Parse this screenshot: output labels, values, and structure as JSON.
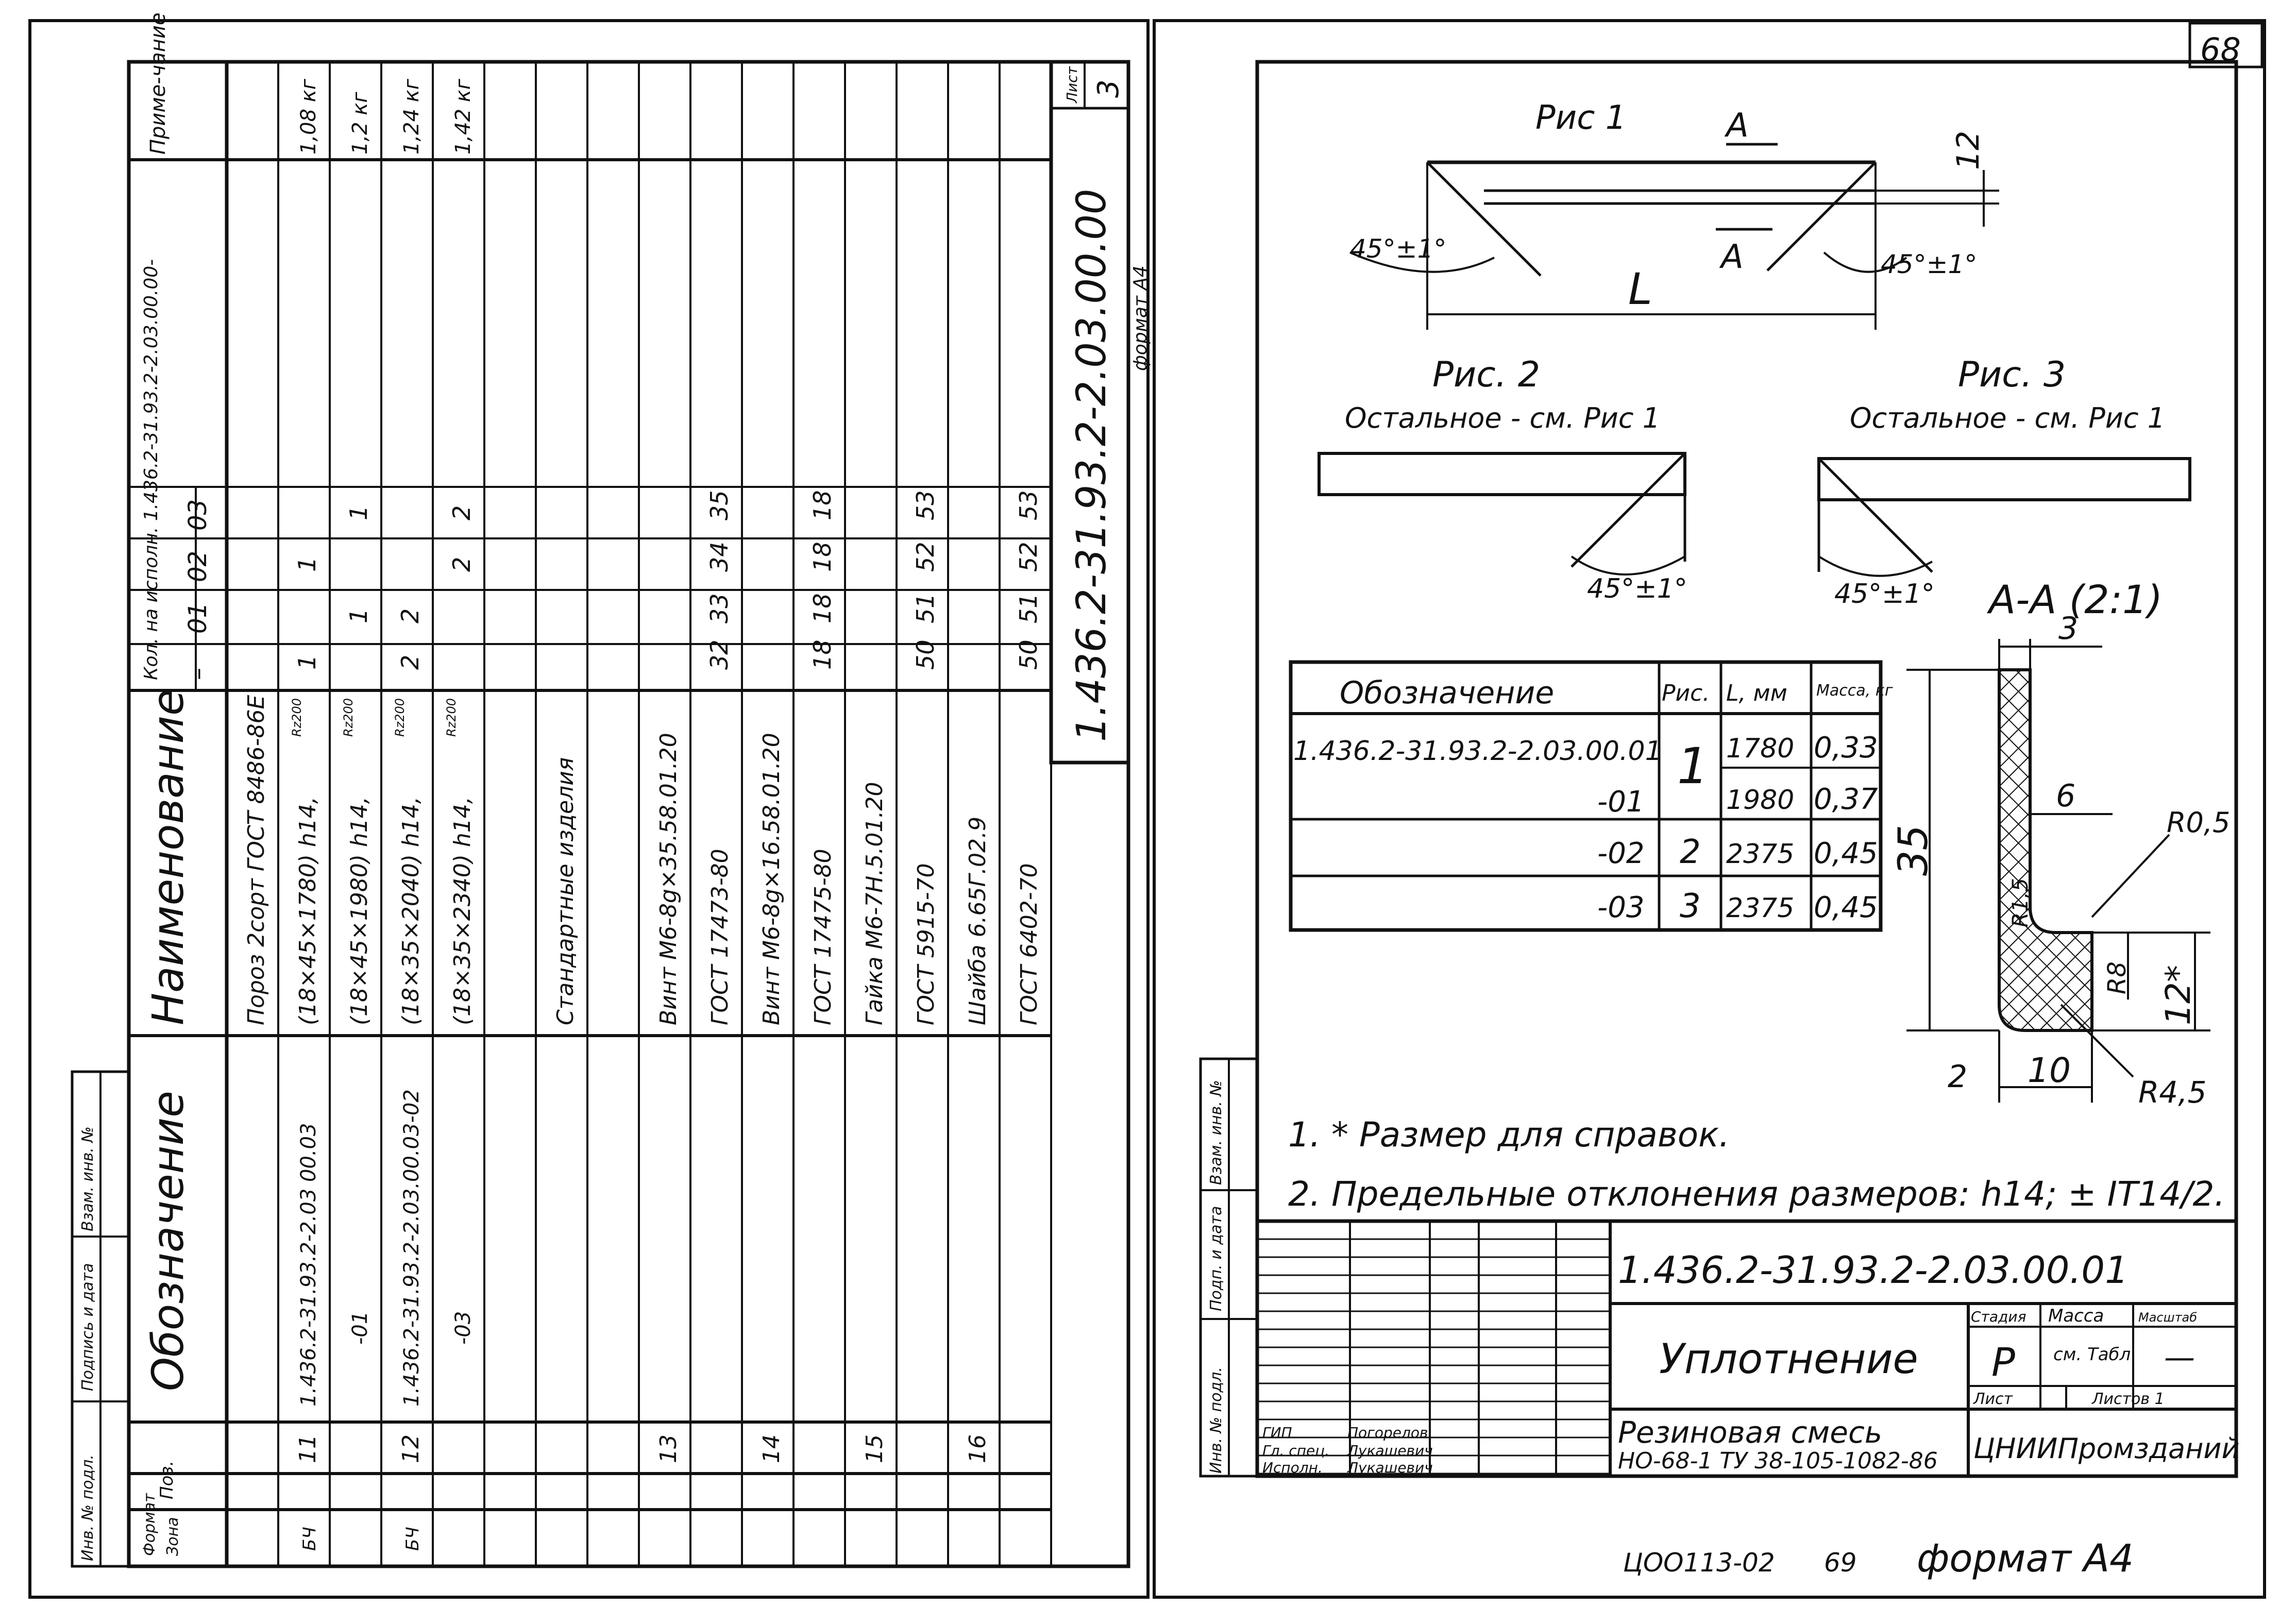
{
  "sheet_number": "68",
  "left_sheet": {
    "sheet_label": "Лист",
    "sheet_no": "3",
    "doc_code": "1.436.2-31.93.2-2.03.00.00",
    "format_label": "формат А4",
    "headers": {
      "format": "Формат",
      "zone": "Зона",
      "pos": "Поз.",
      "designation": "Обозначение",
      "name": "Наименование",
      "qty": "Кол. на исполн. 1.436.2-31.93.2-2.03.00.00-",
      "note": "Приме-чание"
    },
    "qty_variants": [
      "–",
      "01",
      "02",
      "03"
    ],
    "side_labels": [
      "Инв. № подл.",
      "Подпись и дата",
      "Взам. инв. №"
    ],
    "rows": [
      {
        "format": "",
        "pos": "",
        "designation": "",
        "name": "Пороз 2сорт ГОСТ 8486-86Е",
        "q": [
          "",
          "",
          "",
          ""
        ],
        "note": ""
      },
      {
        "format": "БЧ",
        "pos": "11",
        "designation": "1.436.2-31.93.2-2.03 00.03",
        "name": "(18×45×1780) h14,",
        "roughness": "Rz200",
        "q": [
          "1",
          "",
          "1",
          ""
        ],
        "note": "1,08 кг"
      },
      {
        "format": "",
        "pos": "",
        "designation": "-01",
        "name": "(18×45×1980) h14,",
        "roughness": "Rz200",
        "q": [
          "",
          "1",
          "",
          "1"
        ],
        "note": "1,2 кг"
      },
      {
        "format": "БЧ",
        "pos": "12",
        "designation": "1.436.2-31.93.2-2.03.00.03-02",
        "name": "(18×35×2040) h14,",
        "roughness": "Rz200",
        "q": [
          "2",
          "2",
          "",
          ""
        ],
        "note": "1,24 кг"
      },
      {
        "format": "",
        "pos": "",
        "designation": "-03",
        "name": "(18×35×2340) h14,",
        "roughness": "Rz200",
        "q": [
          "",
          "",
          "2",
          "2"
        ],
        "note": "1,42 кг"
      },
      {
        "format": "",
        "pos": "",
        "designation": "",
        "name": "",
        "q": [
          "",
          "",
          "",
          ""
        ],
        "note": ""
      },
      {
        "format": "",
        "pos": "",
        "designation": "",
        "name": "Стандартные изделия",
        "q": [
          "",
          "",
          "",
          ""
        ],
        "note": ""
      },
      {
        "format": "",
        "pos": "",
        "designation": "",
        "name": "",
        "q": [
          "",
          "",
          "",
          ""
        ],
        "note": ""
      },
      {
        "format": "",
        "pos": "13",
        "designation": "",
        "name": "Винт М6-8g×35.58.01.20",
        "q": [
          "",
          "",
          "",
          ""
        ],
        "note": ""
      },
      {
        "format": "",
        "pos": "",
        "designation": "",
        "name": "ГОСТ 17473-80",
        "q": [
          "32",
          "33",
          "34",
          "35"
        ],
        "note": ""
      },
      {
        "format": "",
        "pos": "14",
        "designation": "",
        "name": "Винт М6-8g×16.58.01.20",
        "q": [
          "",
          "",
          "",
          ""
        ],
        "note": ""
      },
      {
        "format": "",
        "pos": "",
        "designation": "",
        "name": "ГОСТ 17475-80",
        "q": [
          "18",
          "18",
          "18",
          "18"
        ],
        "note": ""
      },
      {
        "format": "",
        "pos": "15",
        "designation": "",
        "name": "Гайка М6-7Н.5.01.20",
        "q": [
          "",
          "",
          "",
          ""
        ],
        "note": ""
      },
      {
        "format": "",
        "pos": "",
        "designation": "",
        "name": "ГОСТ 5915-70",
        "q": [
          "50",
          "51",
          "52",
          "53"
        ],
        "note": ""
      },
      {
        "format": "",
        "pos": "16",
        "designation": "",
        "name": "Шайба 6.65Г.02.9",
        "q": [
          "",
          "",
          "",
          ""
        ],
        "note": ""
      },
      {
        "format": "",
        "pos": "",
        "designation": "",
        "name": "ГОСТ 6402-70",
        "q": [
          "50",
          "51",
          "52",
          "53"
        ],
        "note": ""
      }
    ]
  },
  "right_sheet": {
    "fig1_title": "Рис 1",
    "fig2_title": "Рис. 2",
    "fig2_sub": "Остальное - см. Рис 1",
    "fig3_title": "Рис. 3",
    "fig3_sub": "Остальное - см. Рис 1",
    "section_title": "А-А (2:1)",
    "labels": {
      "A": "А",
      "L": "L",
      "ang": "45°±1°",
      "d12": "12",
      "d3": "3",
      "d35": "35",
      "d6": "6",
      "d2": "2",
      "d10": "10",
      "r05": "R0,5",
      "r15": "R1,5",
      "r8": "R8",
      "r45": "R4,5",
      "d12s": "12*"
    },
    "table": {
      "headers": [
        "Обозначение",
        "Рис.",
        "L, мм",
        "Масса, кг"
      ],
      "rows": [
        {
          "d": "1.436.2-31.93.2-2.03.00.01",
          "r": "1",
          "l": "1780",
          "m": "0,33"
        },
        {
          "d": "-01",
          "r": "",
          "l": "1980",
          "m": "0,37"
        },
        {
          "d": "-02",
          "r": "2",
          "l": "2375",
          "m": "0,45"
        },
        {
          "d": "-03",
          "r": "3",
          "l": "2375",
          "m": "0,45"
        }
      ]
    },
    "notes": [
      "1. * Размер для справок.",
      "2. Предельные отклонения размеров: h14; ± IT14/2."
    ],
    "stamp": {
      "code": "1.436.2-31.93.2-2.03.00.01",
      "title": "Уплотнение",
      "material_line1": "Резиновая смесь",
      "material_line2": "НО-68-1 ТУ 38-105-1082-86",
      "org": "ЦНИИПромзданий",
      "stage_label": "Стадия",
      "mass_label": "Масса",
      "scale_label": "Масштаб",
      "stage": "Р",
      "mass": "см. Табл",
      "scale": "—",
      "sheet_label": "Лист",
      "sheets_label": "Листов 1",
      "roles": [
        "ГИП",
        "Гл. спец.",
        "Исполн."
      ],
      "names": [
        "Погорелов",
        "Лукашевич",
        "Лукашевич"
      ]
    },
    "side_labels": [
      "Инв. № подл.",
      "Подп. и дата",
      "Взам. инв. №"
    ]
  },
  "footer": {
    "code": "ЦОО113-02",
    "page": "69",
    "format": "формат А4"
  }
}
